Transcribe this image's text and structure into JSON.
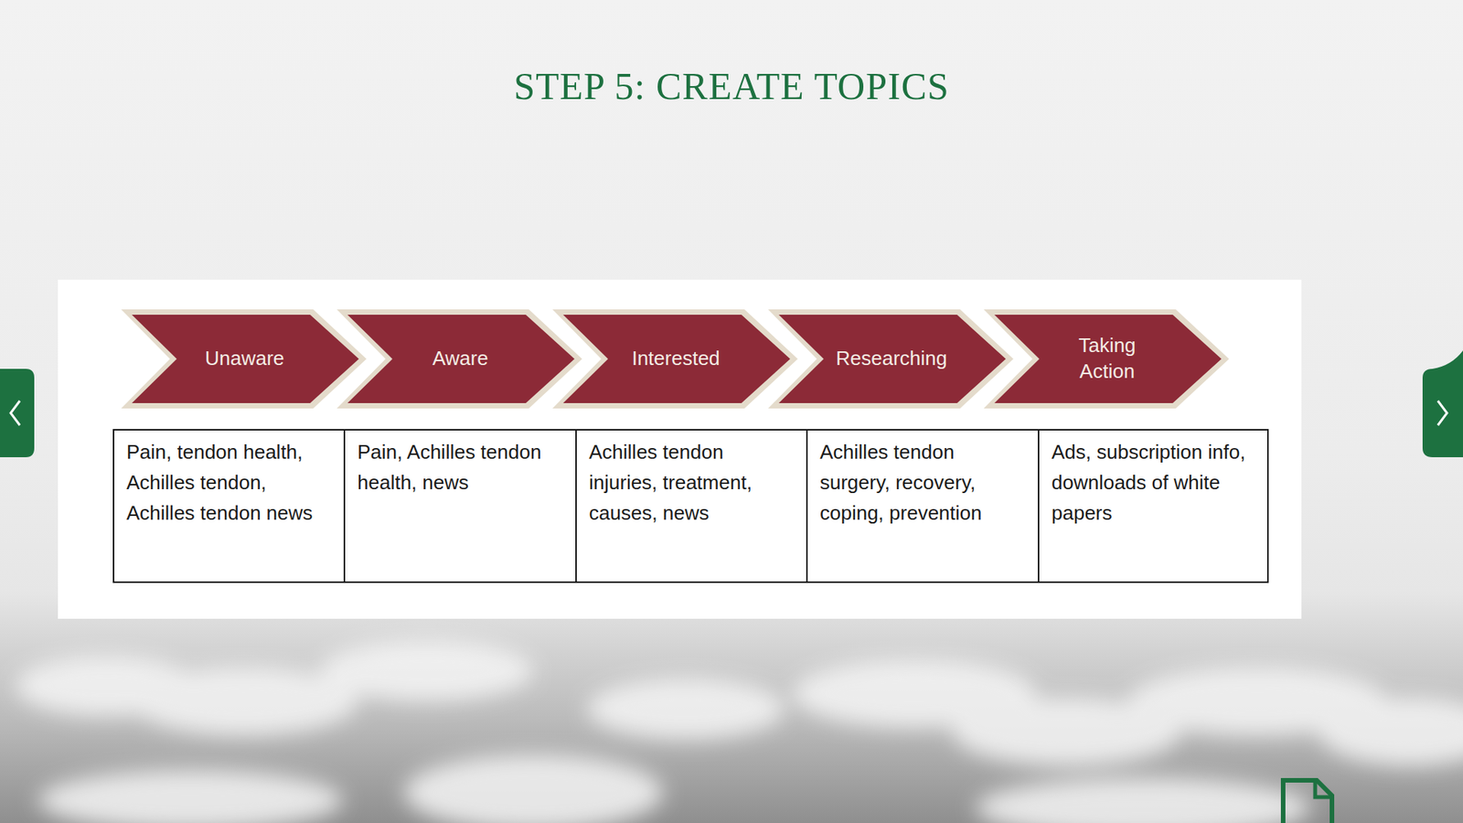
{
  "diagram": {
    "title": "STEP 5: CREATE TOPICS",
    "nodes": [
      {
        "text": [
          "Unaware"
        ]
      },
      {
        "text": [
          "Aware"
        ]
      },
      {
        "text": [
          "Interested"
        ]
      },
      {
        "text": [
          "Researching"
        ]
      },
      {
        "text": [
          "Taking Action"
        ]
      },
      {
        "text": [
          "Pain, tendon health, Achilles tendon, Achilles tendon news"
        ]
      },
      {
        "text": [
          "Pain, Achilles tendon health, news"
        ]
      },
      {
        "text": [
          "Achilles tendon injuries, treatment, causes, news"
        ]
      },
      {
        "text": [
          "Achilles tendon surgery, recovery, coping, prevention"
        ]
      },
      {
        "text": [
          "Ads, subscription info, downloads of white papers"
        ]
      }
    ]
  }
}
